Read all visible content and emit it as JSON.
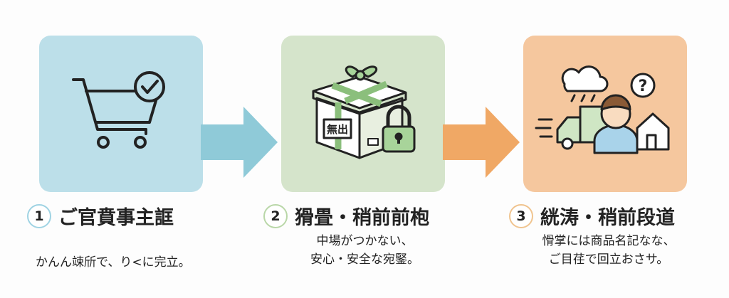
{
  "colors": {
    "step1": "#bcdfe9",
    "step2": "#d5e4cb",
    "step3": "#f5c79e",
    "arrow1": "#8fcad8",
    "arrow2": "#f0a865"
  },
  "steps": [
    {
      "number": "1",
      "icon": "shopping-cart-check-icon",
      "title": "ご官賁事主誆",
      "desc_lines": [
        "かんん竦斦で、り<に完立。"
      ]
    },
    {
      "number": "2",
      "icon": "gift-box-lock-icon",
      "box_label": "無出",
      "title": "猾畳・稍前前枹",
      "desc_lines": [
        "中場がつかない、",
        "安心・安全な宛鋻。"
      ]
    },
    {
      "number": "3",
      "icon": "delivery-person-house-icon",
      "title": "絖涛・稍前段道",
      "desc_lines": [
        "愲掌には商品名記なな、",
        "ご目荏で回立おさサ。"
      ]
    }
  ]
}
